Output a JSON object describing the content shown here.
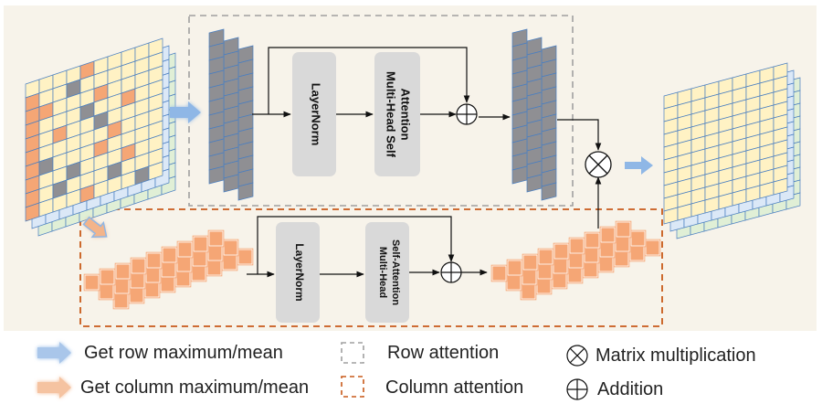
{
  "diagram": {
    "row_block": {
      "layernorm_label": "LayerNorm",
      "attention_label_lines": [
        "Multi-Head Self",
        "Attention"
      ]
    },
    "column_block": {
      "layernorm_label": "LayerNorm",
      "attention_label_lines": [
        "Multi-Head",
        "Self-Attention"
      ]
    }
  },
  "legend": {
    "row_arrow_label": "Get row maximum/mean",
    "column_arrow_label": "Get column maximum/mean",
    "row_box_label": "Row attention",
    "column_box_label": "Column attention",
    "matmul_label": "Matrix multiplication",
    "addition_label": "Addition"
  },
  "colors": {
    "panel_background": "#f7f3ea",
    "row_box_border": "#a0a0a0",
    "column_box_border": "#c85a1a",
    "cell_orange": "#f5a675",
    "cell_gray": "#8f8f93",
    "cell_yellow": "#fff2c4",
    "cell_blue": "#dbe8f7",
    "cell_green": "#e0efd6",
    "grid_line": "#4a7fc1",
    "arrow_blue": "#8fb7e6",
    "arrow_orange": "#f3b48a"
  },
  "icons": [
    "matrix-multiplication-icon",
    "addition-icon"
  ]
}
